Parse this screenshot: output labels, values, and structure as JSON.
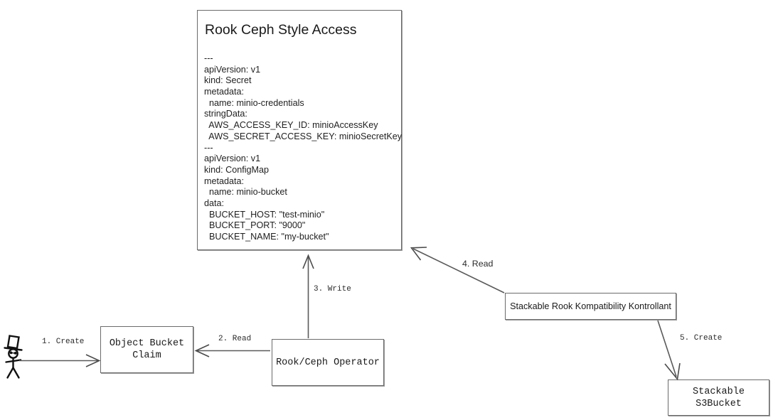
{
  "diagram": {
    "title_node": {
      "title": "Rook Ceph Style Access",
      "yaml_lines": [
        "---",
        "apiVersion: v1",
        "kind: Secret",
        "metadata:",
        "  name: minio-credentials",
        "stringData:",
        "  AWS_ACCESS_KEY_ID: minioAccessKey",
        "  AWS_SECRET_ACCESS_KEY: minioSecretKey",
        "---",
        "apiVersion: v1",
        "kind: ConfigMap",
        "metadata:",
        "  name: minio-bucket",
        "data:",
        "  BUCKET_HOST: \"test-minio\"",
        "  BUCKET_PORT: \"9000\"",
        "  BUCKET_NAME: \"my-bucket\""
      ]
    },
    "nodes": {
      "object_bucket_claim": "Object Bucket\nClaim",
      "rook_ceph_operator": "Rook/Ceph Operator",
      "srkk": "Stackable Rook Kompatibility Kontrollant",
      "stackable_s3bucket": "Stackable S3Bucket"
    },
    "actor": {
      "name": "user-stick-figure"
    },
    "edges": [
      {
        "id": "e1",
        "label": "1. Create",
        "from": "user-actor",
        "to": "object-bucket-claim"
      },
      {
        "id": "e2",
        "label": "2. Read",
        "from": "rook-ceph-operator",
        "to": "object-bucket-claim"
      },
      {
        "id": "e3",
        "label": "3. Write",
        "from": "rook-ceph-operator",
        "to": "rook-ceph-style-access"
      },
      {
        "id": "e4",
        "label": "4. Read",
        "from": "srkk",
        "to": "rook-ceph-style-access"
      },
      {
        "id": "e5",
        "label": "5. Create",
        "from": "srkk",
        "to": "stackable-s3bucket"
      }
    ],
    "colors": {
      "background": "#ffffff",
      "node_border": "#6b6b6b",
      "node_shadow": "#9a9a9a",
      "edge": "#5a5a5a",
      "text": "#1a1a1a",
      "actor": "#111111"
    }
  }
}
